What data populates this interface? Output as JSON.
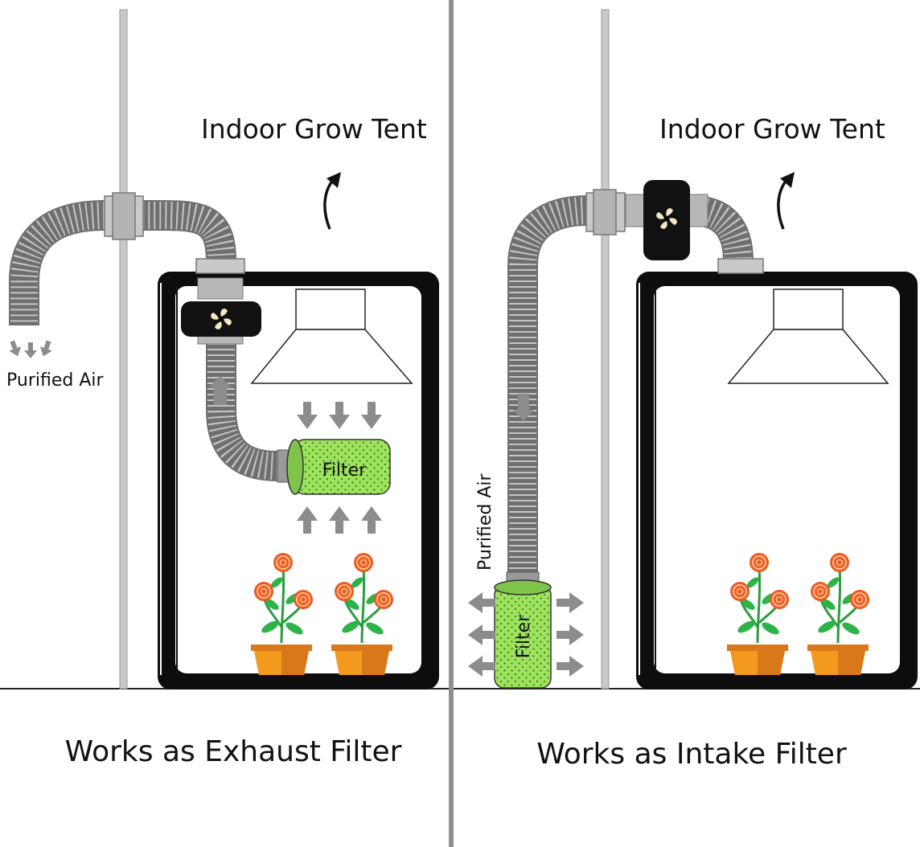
{
  "left_panel": {
    "tent_label": "Indoor Grow Tent",
    "purified_air_label": "Purified Air",
    "filter_label": "Filter",
    "caption": "Works as Exhaust Filter"
  },
  "right_panel": {
    "tent_label": "Indoor Grow Tent",
    "purified_air_label": "Purified Air",
    "filter_label": "Filter",
    "caption": "Works as Intake Filter"
  },
  "colors": {
    "tent_frame": "#0d0d0d",
    "duct": "#b9b9b9",
    "duct_rib": "#7a7a7a",
    "filter": "#9ee35d",
    "arrow": "#8c8c8c",
    "pot": "#f39a1e",
    "flower": "#ee5a24",
    "leaf": "#2db34a",
    "fan_blade": "#f4e8c4"
  },
  "icons": [
    "fan-icon",
    "airflow-arrow-icon",
    "flower-pot-icon",
    "grow-light-icon"
  ]
}
